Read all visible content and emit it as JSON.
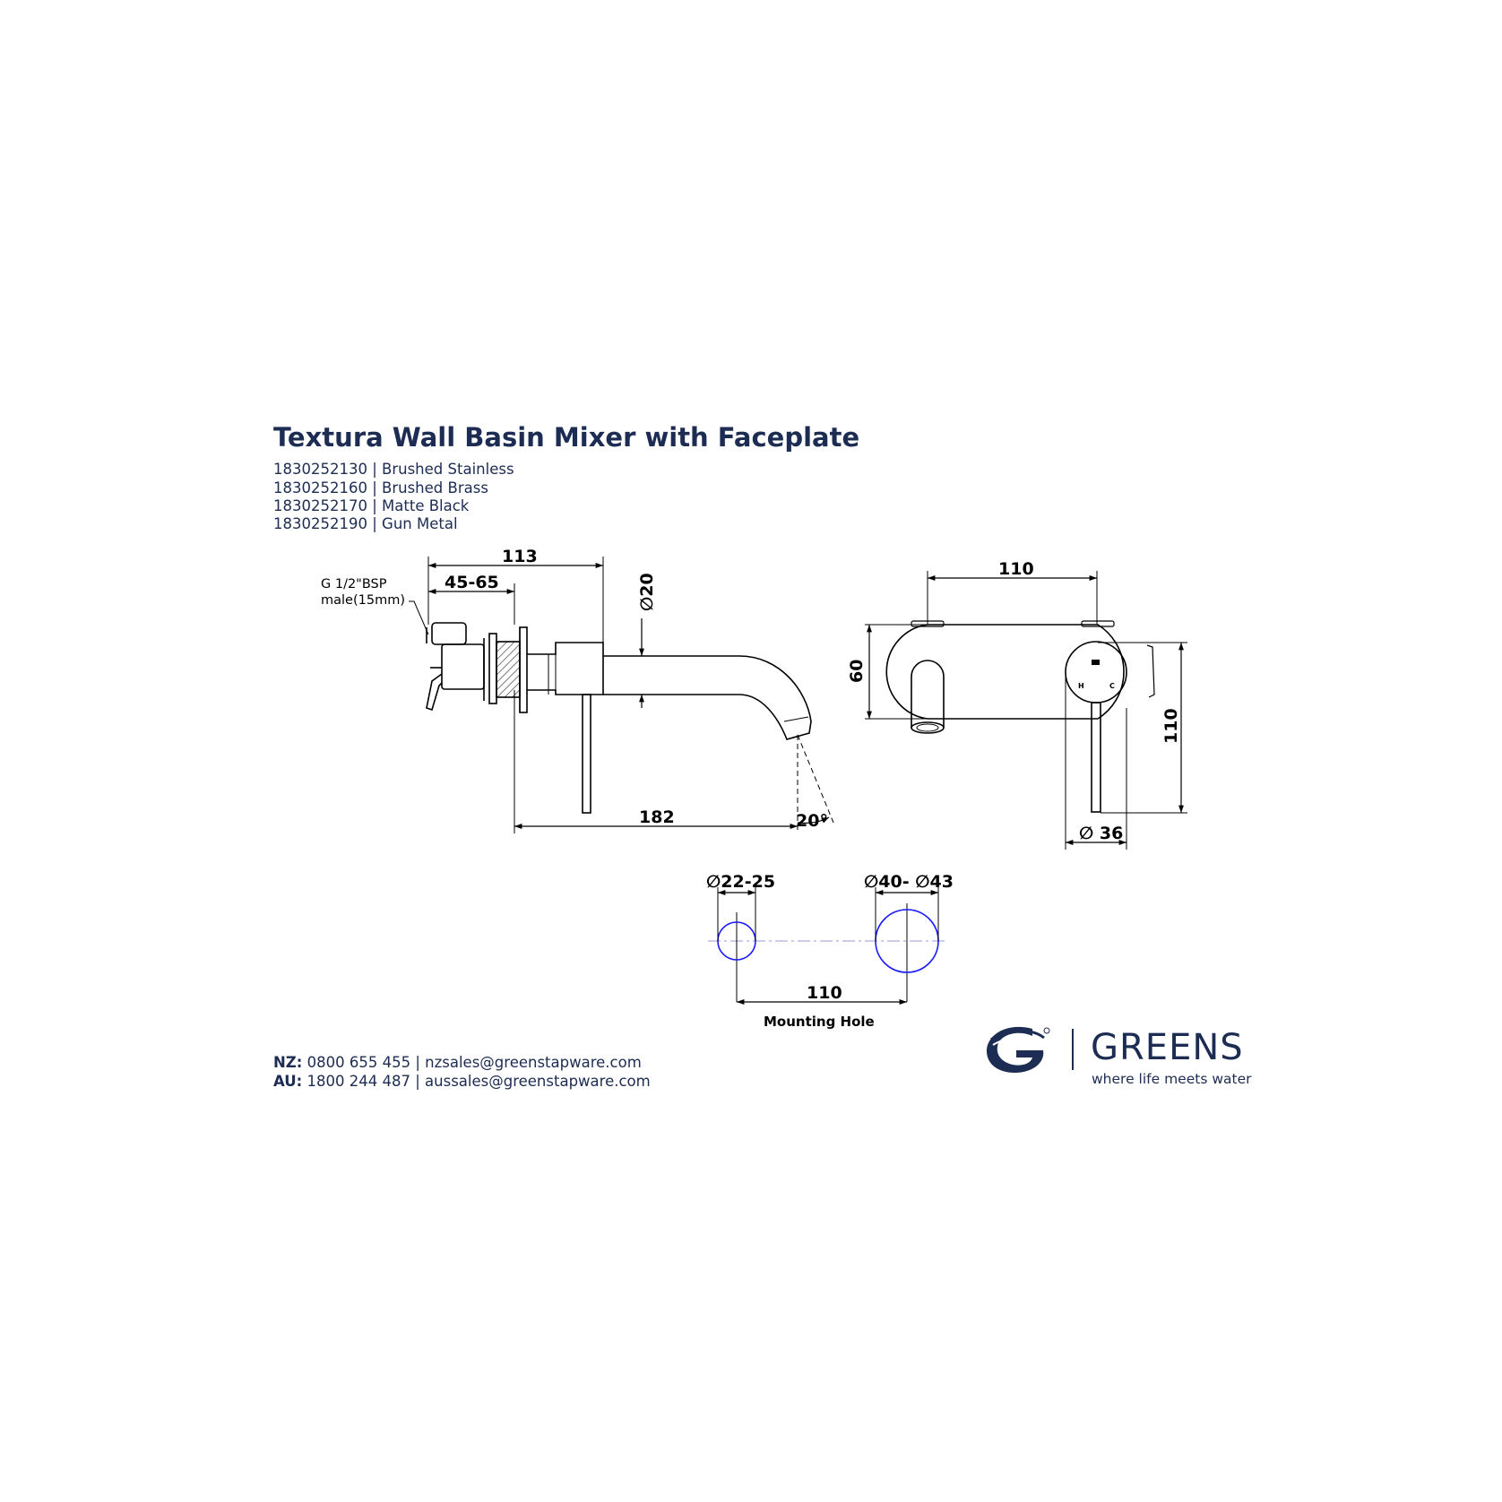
{
  "header": {
    "title": "Textura  Wall Basin Mixer with Faceplate",
    "products": [
      "1830252130 | Brushed Stainless",
      "1830252160 | Brushed Brass",
      "1830252170 | Matte Black",
      "1830252190 | Gun Metal"
    ]
  },
  "side_view": {
    "dim_113": "113",
    "dim_45_65": "45-65",
    "thread_line1": "G 1/2\"BSP",
    "thread_line2": "male(15mm)",
    "dim_dia20": "∅20",
    "dim_182": "182",
    "dim_20deg": "20°"
  },
  "front_view": {
    "dim_110_top": "110",
    "dim_60": "60",
    "dim_110_right": "110",
    "dim_dia36": "∅ 36",
    "label_h": "H",
    "label_c": "C"
  },
  "mounting": {
    "dim_small": "∅22-25",
    "dim_large": "∅40- ∅43",
    "dim_spacing": "110",
    "caption": "Mounting Hole",
    "hole_color": "#1a1aff"
  },
  "contact": {
    "nz_label": "NZ:",
    "nz_text": " 0800 655 455 | nzsales@greenstapware.com",
    "au_label": "AU:",
    "au_text": " 1800 244 487  | aussales@greenstapware.com"
  },
  "brand": {
    "name": "GREENS",
    "tagline": "where life meets water",
    "logo_icon": "greens-wave-logo-icon",
    "color": "#1c2c52"
  }
}
